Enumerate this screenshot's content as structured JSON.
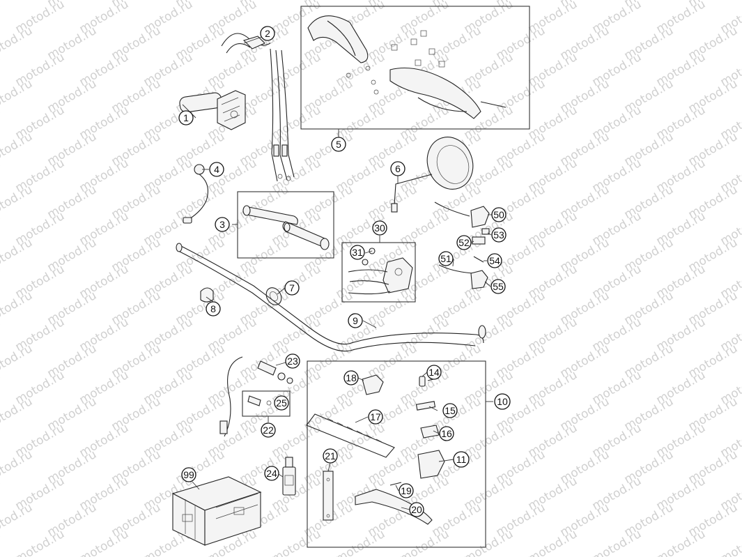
{
  "watermark": {
    "text": "motod.ru"
  },
  "callouts": [
    {
      "id": "c1",
      "label": "1"
    },
    {
      "id": "c2",
      "label": "2"
    },
    {
      "id": "c3",
      "label": "3"
    },
    {
      "id": "c4",
      "label": "4"
    },
    {
      "id": "c5",
      "label": "5"
    },
    {
      "id": "c6",
      "label": "6"
    },
    {
      "id": "c7",
      "label": "7"
    },
    {
      "id": "c8",
      "label": "8"
    },
    {
      "id": "c9",
      "label": "9"
    },
    {
      "id": "c10",
      "label": "10"
    },
    {
      "id": "c11",
      "label": "11"
    },
    {
      "id": "c14",
      "label": "14"
    },
    {
      "id": "c15",
      "label": "15"
    },
    {
      "id": "c16",
      "label": "16"
    },
    {
      "id": "c17",
      "label": "17"
    },
    {
      "id": "c18",
      "label": "18"
    },
    {
      "id": "c19",
      "label": "19"
    },
    {
      "id": "c20",
      "label": "20"
    },
    {
      "id": "c21",
      "label": "21"
    },
    {
      "id": "c22",
      "label": "22"
    },
    {
      "id": "c23",
      "label": "23"
    },
    {
      "id": "c24",
      "label": "24"
    },
    {
      "id": "c25",
      "label": "25"
    },
    {
      "id": "c30",
      "label": "30"
    },
    {
      "id": "c31",
      "label": "31"
    },
    {
      "id": "c50",
      "label": "50"
    },
    {
      "id": "c51",
      "label": "51"
    },
    {
      "id": "c52",
      "label": "52"
    },
    {
      "id": "c53",
      "label": "53"
    },
    {
      "id": "c54",
      "label": "54"
    },
    {
      "id": "c55",
      "label": "55"
    },
    {
      "id": "c99",
      "label": "99"
    }
  ]
}
